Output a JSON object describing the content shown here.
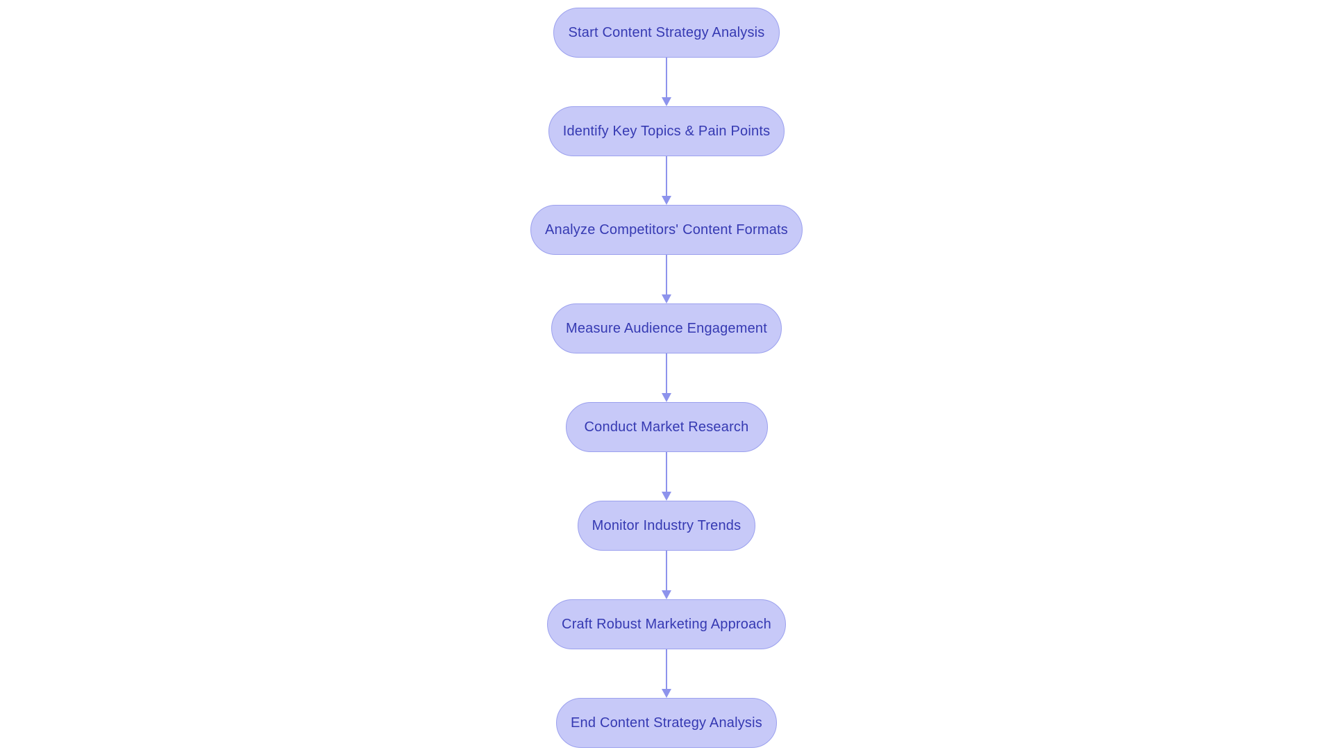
{
  "flowchart": {
    "type": "vertical-flowchart",
    "nodes": [
      {
        "id": "start",
        "label": "Start Content Strategy Analysis"
      },
      {
        "id": "identify-topics",
        "label": "Identify Key Topics & Pain Points"
      },
      {
        "id": "analyze-competitors",
        "label": "Analyze Competitors' Content Formats"
      },
      {
        "id": "measure-engagement",
        "label": "Measure Audience Engagement"
      },
      {
        "id": "market-research",
        "label": "Conduct Market Research"
      },
      {
        "id": "industry-trends",
        "label": "Monitor Industry Trends"
      },
      {
        "id": "marketing-approach",
        "label": "Craft Robust Marketing Approach"
      },
      {
        "id": "end",
        "label": "End Content Strategy Analysis"
      }
    ],
    "connections": [
      {
        "from": "start",
        "to": "identify-topics"
      },
      {
        "from": "identify-topics",
        "to": "analyze-competitors"
      },
      {
        "from": "analyze-competitors",
        "to": "measure-engagement"
      },
      {
        "from": "measure-engagement",
        "to": "market-research"
      },
      {
        "from": "market-research",
        "to": "industry-trends"
      },
      {
        "from": "industry-trends",
        "to": "marketing-approach"
      },
      {
        "from": "marketing-approach",
        "to": "end"
      }
    ],
    "colors": {
      "node_fill": "#c7c9f8",
      "node_border": "#9ba0ee",
      "node_text": "#3539b2",
      "arrow": "#8d93ec",
      "canvas_bg": "#ffffff"
    }
  }
}
